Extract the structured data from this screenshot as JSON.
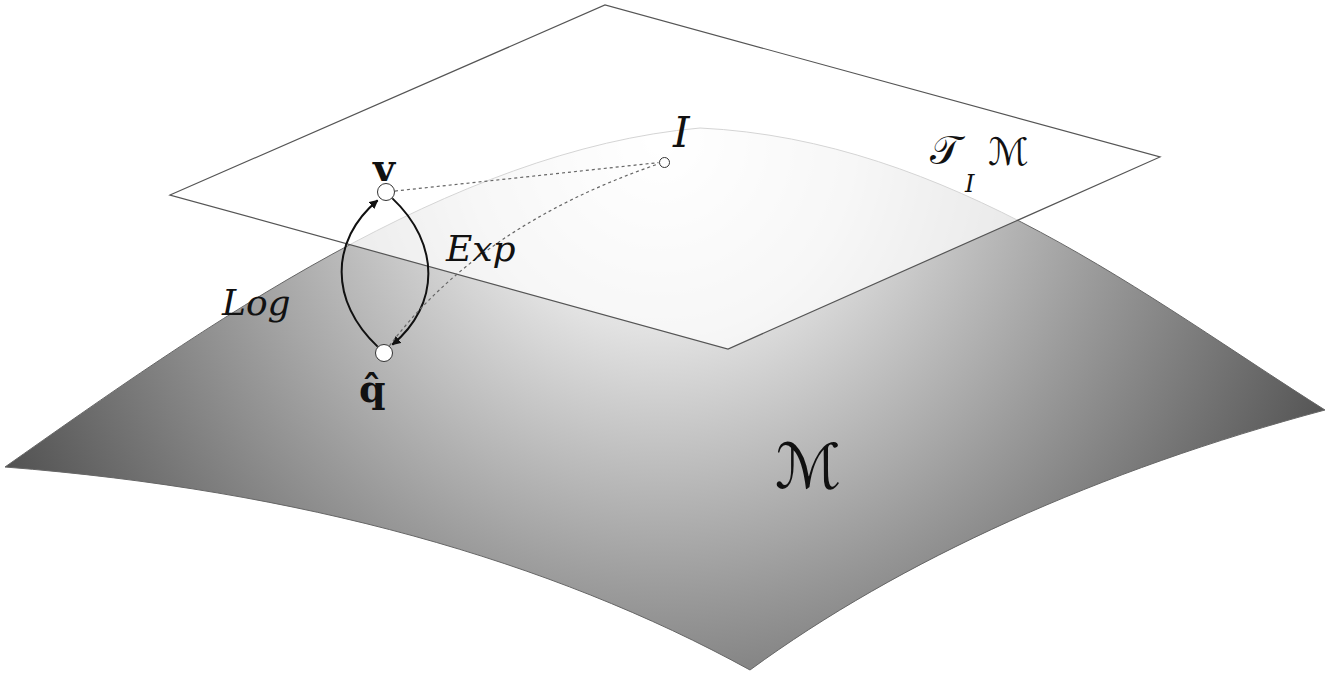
{
  "diagram": {
    "nodes": [
      {
        "text": [
          "I"
        ]
      },
      {
        "text": [
          "v"
        ]
      },
      {
        "text": [
          "q̂"
        ]
      }
    ],
    "edges": [
      {
        "from": 2,
        "to": 1,
        "label": "Log",
        "arrow": "to"
      },
      {
        "from": 1,
        "to": 2,
        "label": "Exp",
        "arrow": "to"
      },
      {
        "from": 1,
        "to": 0,
        "arrow": "none"
      },
      {
        "from": 2,
        "to": 0,
        "arrow": "none"
      }
    ],
    "labels": [
      "𝒯",
      "I",
      "ℳ",
      "ℳ"
    ]
  }
}
